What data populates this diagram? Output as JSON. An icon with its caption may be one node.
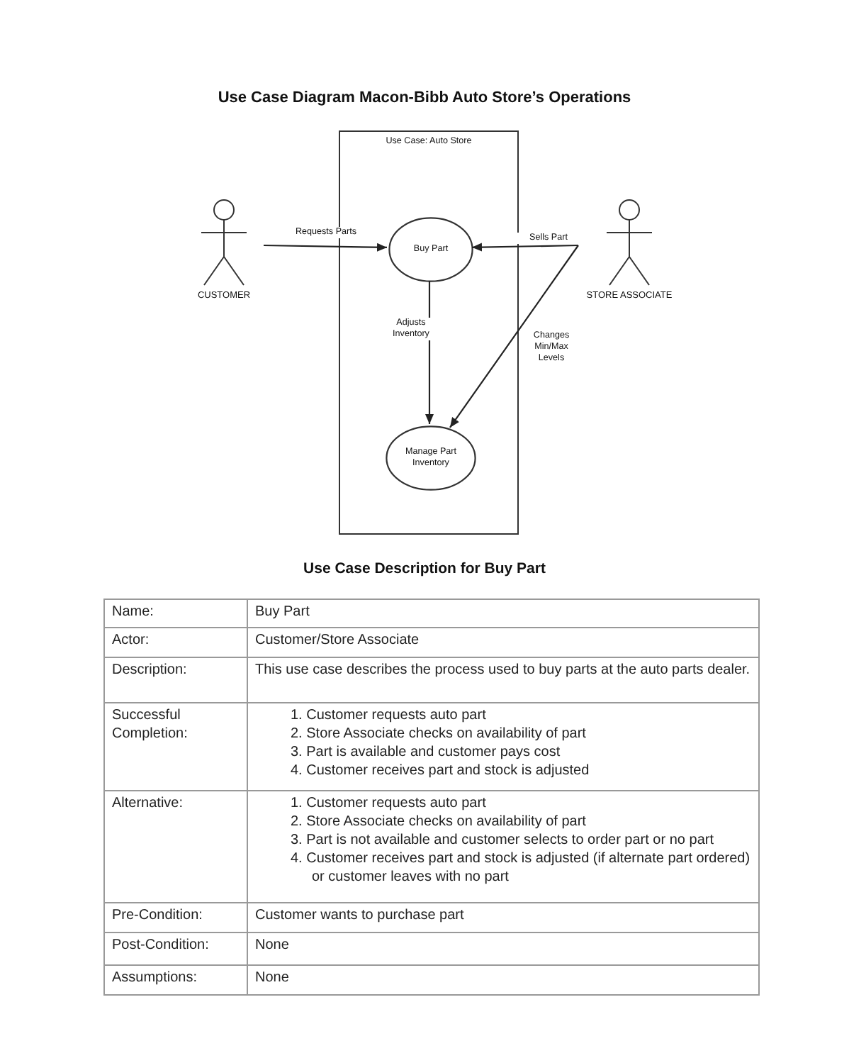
{
  "diagram": {
    "title": "Use Case Diagram Macon-Bibb Auto Store’s Operations",
    "nodes": [
      {
        "text": [
          "CUSTOMER"
        ]
      },
      {
        "text": [
          "Use Case: Auto Store"
        ]
      },
      {
        "text": [
          "Buy Part"
        ],
        "in": 1
      },
      {
        "text": [
          "Manage Part Inventory"
        ],
        "in": 1
      },
      {
        "text": [
          "STORE ASSOCIATE"
        ]
      }
    ],
    "edges": [
      {
        "from": 0,
        "to": 2,
        "arrow": "to",
        "label": "Requests Parts"
      },
      {
        "from": 4,
        "to": 2,
        "arrow": "to",
        "label": "Sells Part"
      },
      {
        "from": 2,
        "to": 3,
        "arrow": "to",
        "label": "Adjusts Inventory"
      },
      {
        "from": 4,
        "to": 3,
        "arrow": "to",
        "label": "Changes Min/Max Levels"
      }
    ],
    "labels": [
      "Use Case Description for Buy Part",
      "Name:",
      "Buy Part",
      "Actor:",
      "Customer/Store Associate",
      "Description:",
      "This use case describes the process used to buy parts at the auto parts dealer.",
      "Successful Completion:",
      "1. Customer requests auto part",
      "2. Store Associate checks on availability of part",
      "3. Part is available and customer pays cost",
      "4. Customer receives part and stock is adjusted",
      "Alternative:",
      "1. Customer requests auto part",
      "2. Store Associate checks on availability of part",
      "3. Part is not available and customer selects to order part or no part",
      "4. Customer receives part and stock is adjusted (if alternate part ordered) or customer leaves with no part",
      "Pre-Condition:",
      "Customer wants to purchase part",
      "Post-Condition:",
      "None",
      "Assumptions:",
      "None"
    ]
  }
}
